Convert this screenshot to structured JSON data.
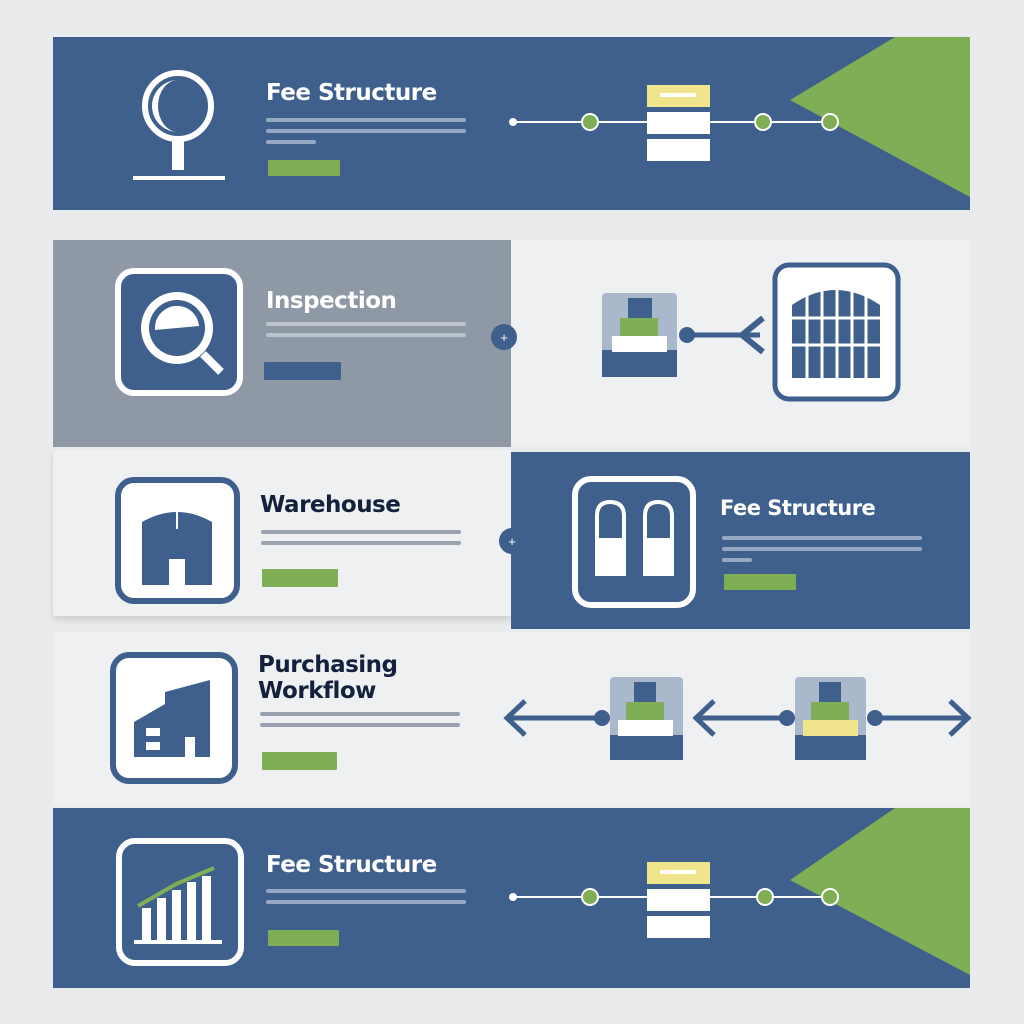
{
  "rows": [
    {
      "title": "Fee Structure"
    },
    {
      "title": "Inspection"
    },
    {
      "title": "Warehouse"
    },
    {
      "title": "Fee Structure"
    },
    {
      "title": "Purchasing Workflow"
    },
    {
      "title": "Fee Structure"
    }
  ],
  "colors": {
    "blue": "#3f5f8c",
    "green": "#7fae57",
    "gray": "#8f99a5",
    "yellow": "#f0e48c"
  }
}
